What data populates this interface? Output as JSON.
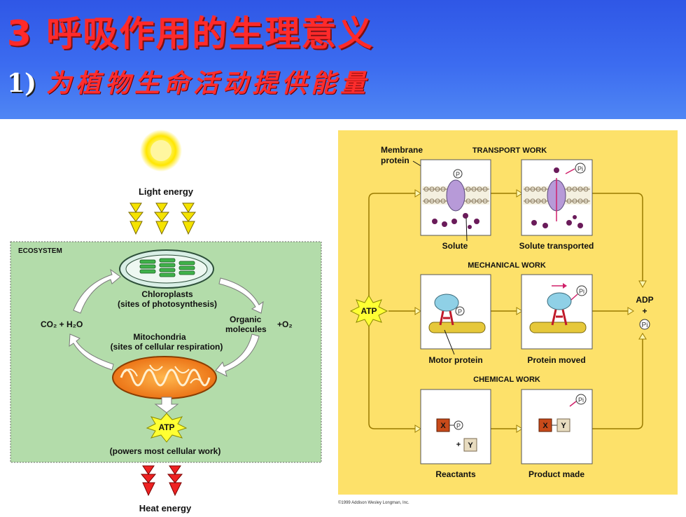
{
  "header": {
    "title": "3 呼吸作用的生理意义",
    "subtitle_num": "1)",
    "subtitle_text": "为植物生命活动提供能量"
  },
  "ecosystem": {
    "light_energy": "Light energy",
    "ecosystem_label": "ECOSYSTEM",
    "chloroplasts": "Chloroplasts",
    "chloroplasts_sub": "(sites of photosynthesis)",
    "co2_h2o": "CO₂ + H₂O",
    "organic_molecules": "Organic molecules",
    "plus_o2": "+O₂",
    "mitochondria": "Mitochondria",
    "mitochondria_sub": "(sites of cellular respiration)",
    "atp": "ATP",
    "powers": "(powers most cellular work)",
    "heat_energy": "Heat energy"
  },
  "work": {
    "membrane_protein_1": "Membrane",
    "membrane_protein_2": "protein",
    "transport_work": "TRANSPORT WORK",
    "solute": "Solute",
    "solute_transported": "Solute transported",
    "mechanical_work": "MECHANICAL WORK",
    "atp": "ATP",
    "adp": "ADP",
    "plus": "+",
    "pi": "Pi",
    "p": "P",
    "motor_protein": "Motor protein",
    "protein_moved": "Protein moved",
    "chemical_work": "CHEMICAL WORK",
    "x": "X",
    "y": "Y",
    "plus_y": "+",
    "reactants": "Reactants",
    "product_made": "Product made",
    "copyright": "©1999 Addison Wesley Longman, Inc."
  },
  "colors": {
    "header_blue": "#3c6cf0",
    "title_red": "#ff2a2a",
    "ecosystem_green": "#b2dca8",
    "panel_yellow": "#fde16a"
  }
}
